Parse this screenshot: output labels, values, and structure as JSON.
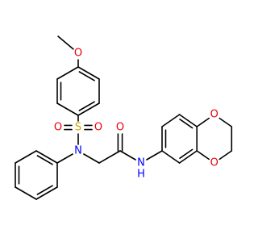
{
  "molecule": {
    "colors": {
      "bond": "#000000",
      "oxygen": "#e8000b",
      "nitrogen": "#0000ff",
      "sulfur": "#c8a800",
      "hydrogen_on_nitrogen": "#0000ff"
    },
    "atoms": [
      {
        "id": "o_methoxy",
        "symbol": "O",
        "element": "oxygen"
      },
      {
        "id": "s_sulfonyl",
        "symbol": "S",
        "element": "sulfur"
      },
      {
        "id": "o_sulfonyl_left",
        "symbol": "O",
        "element": "oxygen"
      },
      {
        "id": "o_sulfonyl_right",
        "symbol": "O",
        "element": "oxygen"
      },
      {
        "id": "n_sulfonamide",
        "symbol": "N",
        "element": "nitrogen"
      },
      {
        "id": "o_carbonyl",
        "symbol": "O",
        "element": "oxygen"
      },
      {
        "id": "nh_amide",
        "symbol": "N",
        "element": "nitrogen"
      },
      {
        "id": "h_amide",
        "symbol": "H",
        "element": "hydrogen_on_nitrogen"
      },
      {
        "id": "o_dioxane_top",
        "symbol": "O",
        "element": "oxygen"
      },
      {
        "id": "o_dioxane_bottom",
        "symbol": "O",
        "element": "oxygen"
      }
    ]
  }
}
